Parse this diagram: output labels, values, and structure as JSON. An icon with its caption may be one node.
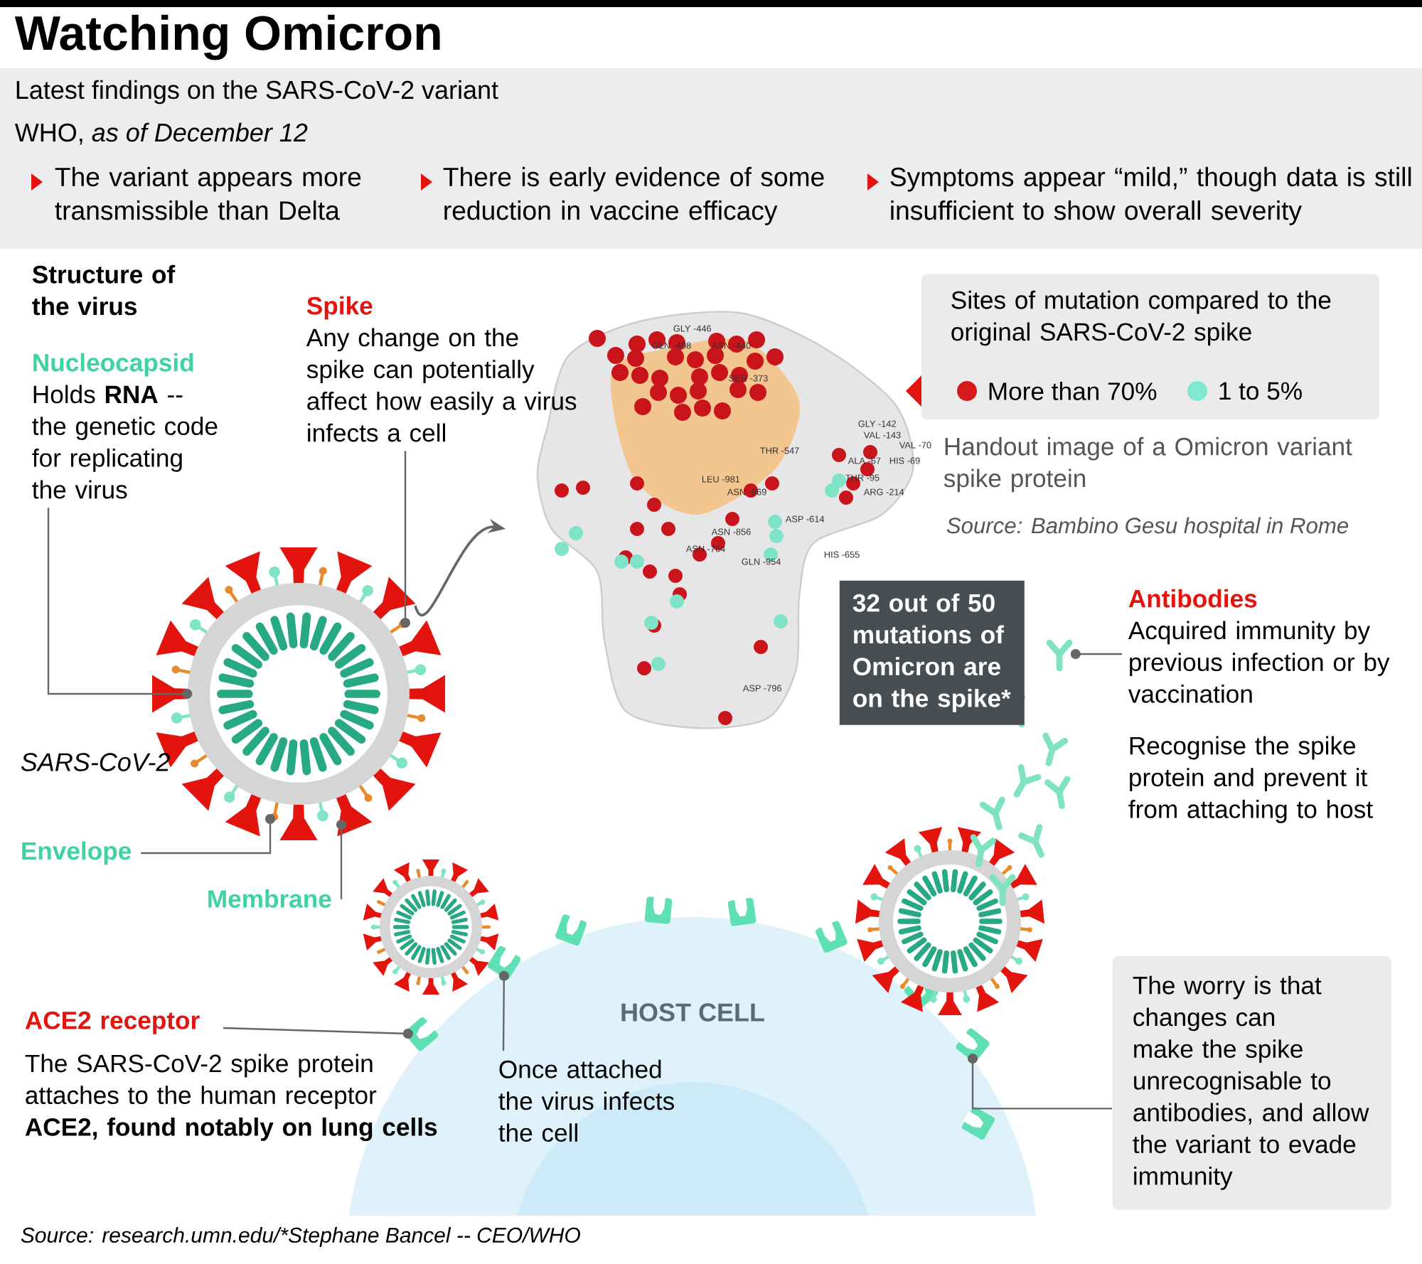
{
  "diagram": {
    "title": "Watching Omicron",
    "caption": "Source: research.umn.edu/*Stephane Bancel -- CEO/WHO",
    "nodes": [
      {
        "text": [
          "Nucleocapsid",
          "Holds **RNA** -- the genetic code for replicating the virus"
        ]
      },
      {
        "text": [
          "Spike",
          "Any change on the spike can potentially affect how easily a virus infects a cell"
        ]
      },
      {
        "text": [],
        "shape": "picture",
        "beside": [
          "SARS-CoV-2"
        ]
      },
      {
        "text": [],
        "shape": "picture"
      },
      {
        "text": [
          "Sites of mutation compared to the original SARS-CoV-2 spike"
        ]
      },
      {
        "text": [
          "32 out of 50 mutations of Omicron are on the spike*"
        ]
      },
      {
        "text": [
          "Antibodies",
          "Acquired immunity by previous infection or by vaccination",
          "Recognise the spike protein and prevent it from attaching to host"
        ]
      },
      {
        "text": [],
        "shape": "picture"
      },
      {
        "text": [
          "Envelope"
        ]
      },
      {
        "text": [
          "Membrane"
        ]
      },
      {
        "text": [
          "ACE2 receptor",
          "The SARS-CoV-2 spike protein attaches to the human receptor **ACE2, found notably on lung cells**"
        ]
      },
      {
        "text": [],
        "shape": "picture"
      },
      {
        "text": [
          "Once attached the virus infects the cell"
        ],
        "in": 14
      },
      {
        "text": [],
        "shape": "picture"
      },
      {
        "text": [
          "HOST CELL"
        ]
      },
      {
        "text": [
          "The worry is that changes can make the spike unrecognisable to antibodies, and allow the variant to evade immunity"
        ]
      },
      {
        "text": [],
        "shape": "picture"
      }
    ],
    "edges": [
      {
        "from": 0,
        "to": 2,
        "arrow": "other"
      },
      {
        "from": 1,
        "to": 2,
        "arrow": "other"
      },
      {
        "from": 2,
        "to": 3,
        "arrow": "to"
      },
      {
        "from": 6,
        "to": 7,
        "arrow": "other"
      },
      {
        "from": 8,
        "to": 2,
        "arrow": "other"
      },
      {
        "from": 9,
        "to": 2,
        "arrow": "other"
      },
      {
        "from": 10,
        "to": 11,
        "arrow": "other"
      },
      {
        "from": 12,
        "to": 13,
        "arrow": "other"
      },
      {
        "from": 15,
        "to": 16,
        "arrow": "other"
      }
    ],
    "labels": [
      "Latest findings on the SARS-CoV-2 variant",
      "WHO, *as of December 12*",
      "The variant appears more transmissible than Delta",
      "There is early evidence of some reduction in vaccine efficacy",
      "Symptoms appear “mild,” though data is still insufficient to show overall severity",
      "Structure of the virus",
      "Handout image of a Omicron variant spike protein",
      "Source: Bambino Gesu hospital in Rome",
      "GLY -446",
      "GLN -498",
      "ASN -440",
      "SER -373",
      "THR -547",
      "GLY -142",
      "VAL -143",
      "VAL -70",
      "ALA -67",
      "HIS -69",
      "THR -95",
      "ARG -214",
      "LEU -981",
      "ASN -969",
      "ASP -614",
      "ASN -856",
      "ASN -764",
      "GLN -954",
      "HIS -655",
      "ASP -796"
    ],
    "legend": [
      {
        "text": "More than 70%",
        "color": "#d7191c"
      },
      {
        "text": "1 to 5%",
        "color": "#7fe8d0"
      }
    ]
  }
}
